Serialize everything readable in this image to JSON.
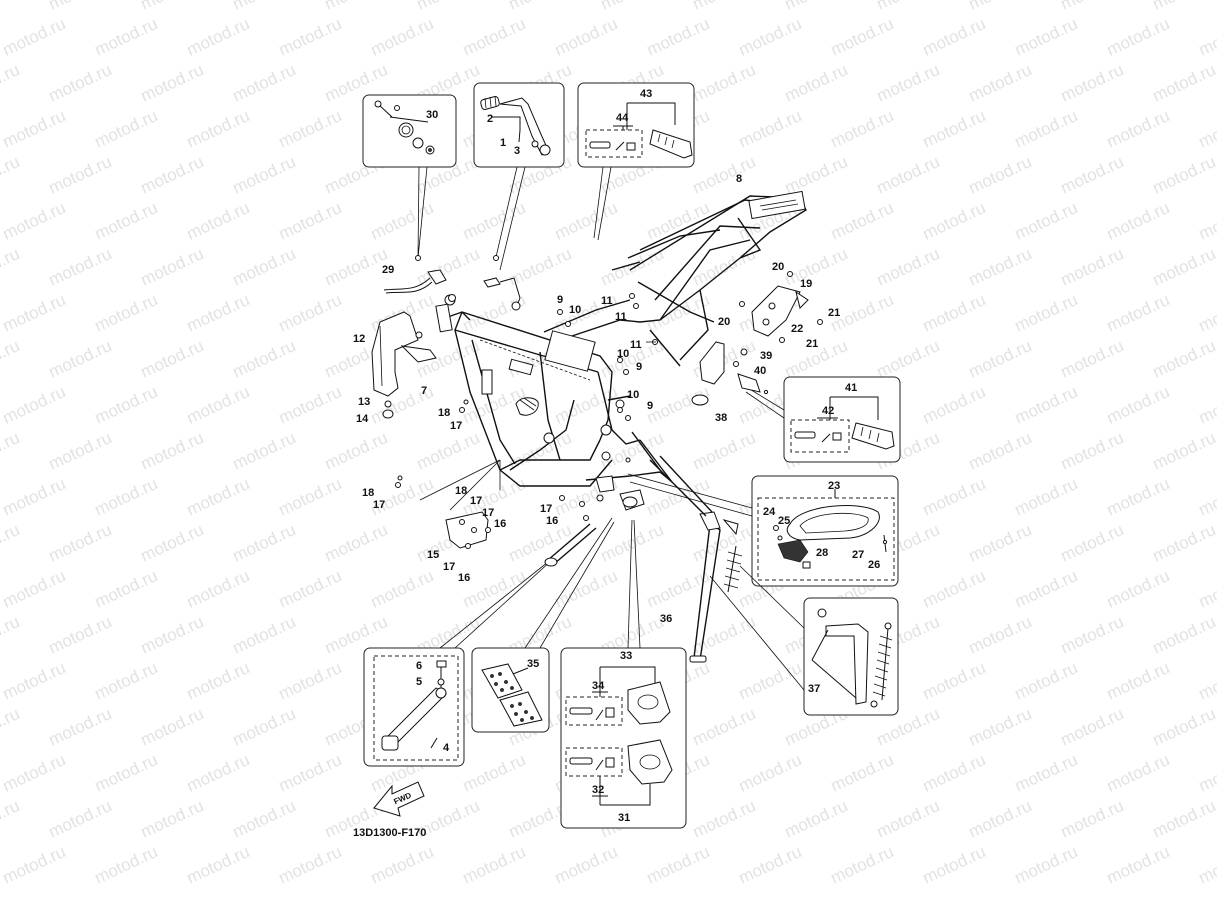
{
  "watermark": "motod.ru",
  "diagram_code": "13D1300-F170",
  "fwd_label": "FWD",
  "callouts": [
    {
      "id": "c30",
      "text": "30"
    },
    {
      "id": "c2",
      "text": "2"
    },
    {
      "id": "c1",
      "text": "1"
    },
    {
      "id": "c3",
      "text": "3"
    },
    {
      "id": "c43",
      "text": "43"
    },
    {
      "id": "c44",
      "text": "44"
    },
    {
      "id": "c8",
      "text": "8"
    },
    {
      "id": "c29",
      "text": "29"
    },
    {
      "id": "c12",
      "text": "12"
    },
    {
      "id": "c7",
      "text": "7"
    },
    {
      "id": "c13",
      "text": "13"
    },
    {
      "id": "c14",
      "text": "14"
    },
    {
      "id": "c18a",
      "text": "18"
    },
    {
      "id": "c17a",
      "text": "17"
    },
    {
      "id": "c9a",
      "text": "9"
    },
    {
      "id": "c10a",
      "text": "10"
    },
    {
      "id": "c11a",
      "text": "11"
    },
    {
      "id": "c11b",
      "text": "11"
    },
    {
      "id": "c10b",
      "text": "10"
    },
    {
      "id": "c9b",
      "text": "9"
    },
    {
      "id": "c11c",
      "text": "11"
    },
    {
      "id": "c10c",
      "text": "10"
    },
    {
      "id": "c9c",
      "text": "9"
    },
    {
      "id": "c20a",
      "text": "20"
    },
    {
      "id": "c19",
      "text": "19"
    },
    {
      "id": "c21a",
      "text": "21"
    },
    {
      "id": "c20b",
      "text": "20"
    },
    {
      "id": "c22",
      "text": "22"
    },
    {
      "id": "c21b",
      "text": "21"
    },
    {
      "id": "c39",
      "text": "39"
    },
    {
      "id": "c40",
      "text": "40"
    },
    {
      "id": "c38",
      "text": "38"
    },
    {
      "id": "c41",
      "text": "41"
    },
    {
      "id": "c42",
      "text": "42"
    },
    {
      "id": "c18b",
      "text": "18"
    },
    {
      "id": "c17b",
      "text": "17"
    },
    {
      "id": "c18c",
      "text": "18"
    },
    {
      "id": "c17c",
      "text": "17"
    },
    {
      "id": "c17d",
      "text": "17"
    },
    {
      "id": "c16a",
      "text": "16"
    },
    {
      "id": "c15",
      "text": "15"
    },
    {
      "id": "c17e",
      "text": "17"
    },
    {
      "id": "c16b",
      "text": "16"
    },
    {
      "id": "c17f",
      "text": "17"
    },
    {
      "id": "c16c",
      "text": "16"
    },
    {
      "id": "c23",
      "text": "23"
    },
    {
      "id": "c24",
      "text": "24"
    },
    {
      "id": "c25",
      "text": "25"
    },
    {
      "id": "c28",
      "text": "28"
    },
    {
      "id": "c27",
      "text": "27"
    },
    {
      "id": "c26",
      "text": "26"
    },
    {
      "id": "c36",
      "text": "36"
    },
    {
      "id": "c37",
      "text": "37"
    },
    {
      "id": "c6",
      "text": "6"
    },
    {
      "id": "c5",
      "text": "5"
    },
    {
      "id": "c4",
      "text": "4"
    },
    {
      "id": "c35",
      "text": "35"
    },
    {
      "id": "c33",
      "text": "33"
    },
    {
      "id": "c34",
      "text": "34"
    },
    {
      "id": "c32",
      "text": "32"
    },
    {
      "id": "c31",
      "text": "31"
    }
  ]
}
